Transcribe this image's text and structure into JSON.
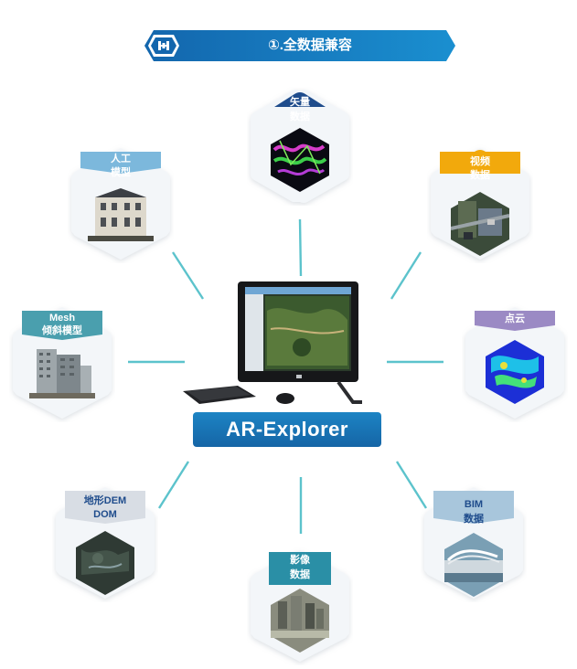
{
  "header": {
    "title": "①.全数据兼容"
  },
  "center": {
    "label": "AR-Explorer"
  },
  "nodes": {
    "vector": {
      "line1": "矢量",
      "line2": "数据"
    },
    "video": {
      "line1": "视频",
      "line2": "数据"
    },
    "pointcloud": {
      "line1": "点云"
    },
    "bim": {
      "line1": "BIM",
      "line2": "数据"
    },
    "image": {
      "line1": "影像",
      "line2": "数据"
    },
    "dem": {
      "line1": "地形DEM",
      "line2": "DOM"
    },
    "mesh": {
      "line1": "Mesh",
      "line2": "倾斜模型"
    },
    "manual": {
      "line1": "人工",
      "line2": "模型"
    }
  },
  "colors": {
    "banner": "#1a7bbf",
    "vector": "#1f4c8c",
    "video": "#f2a90c",
    "pointcloud": "#9b8ac4",
    "bim": "#a8c6dc",
    "image": "#2a8fa6",
    "dem": "#d8dde4",
    "mesh": "#4a9fae",
    "manual": "#7cb8dc",
    "connector": "#5cc3cc",
    "center": "#1a74b6"
  }
}
